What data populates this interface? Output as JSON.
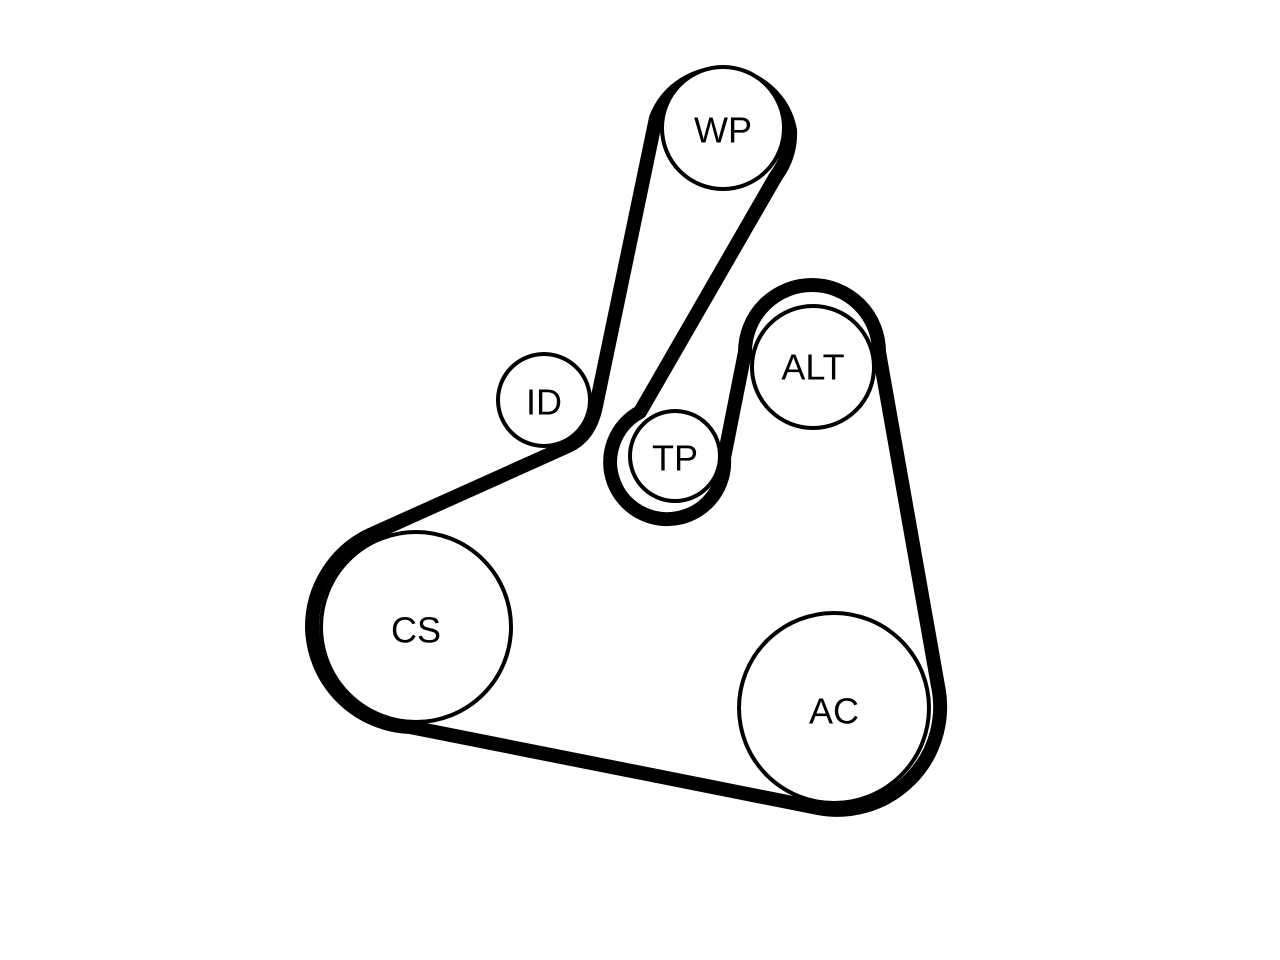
{
  "colors": {
    "belt": "#000000",
    "pulley_stroke": "#000000",
    "label": "#000000",
    "background": "#ffffff"
  },
  "pulleys": [
    {
      "id": "wp",
      "label": "WP"
    },
    {
      "id": "alt",
      "label": "ALT"
    },
    {
      "id": "id",
      "label": "ID"
    },
    {
      "id": "tp",
      "label": "TP"
    },
    {
      "id": "cs",
      "label": "CS"
    },
    {
      "id": "ac",
      "label": "AC"
    }
  ]
}
